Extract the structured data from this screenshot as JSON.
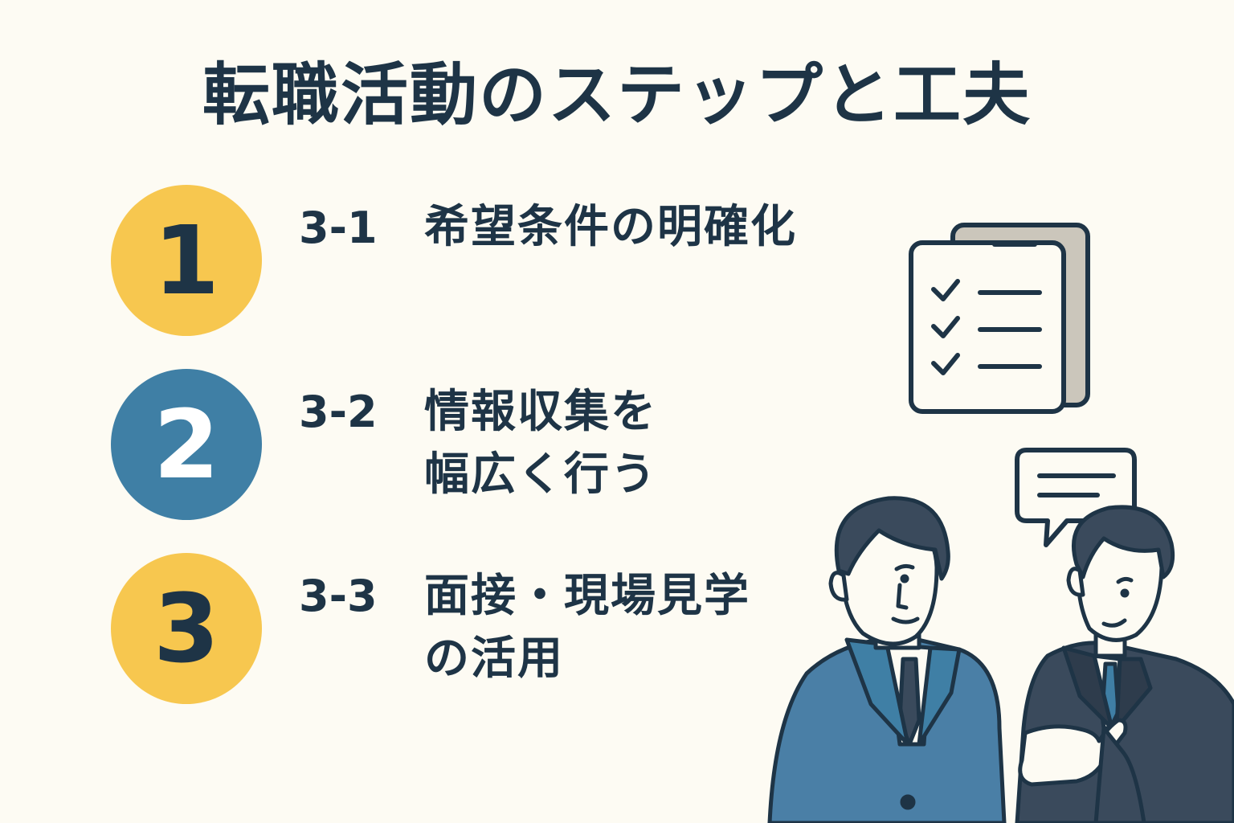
{
  "title": "転職活動のステップと工夫",
  "steps": [
    {
      "badge": "1",
      "number": "3-1",
      "lines": [
        "希望条件の明確化"
      ]
    },
    {
      "badge": "2",
      "number": "3-2",
      "lines": [
        "情報収集を",
        "幅広く行う"
      ]
    },
    {
      "badge": "3",
      "number": "3-3",
      "lines": [
        "面接・現場見学",
        "の活用"
      ]
    }
  ],
  "icons": {
    "checklist": "checklist-clipboard-icon",
    "speech": "speech-bubble-icon",
    "people": "two-businessmen-illustration"
  },
  "colors": {
    "background": "#FDFBF3",
    "text": "#1E3446",
    "yellow": "#F7C74F",
    "blue": "#3F7FA5",
    "suit_blue": "#4A7FA6",
    "suit_dark": "#3A4A5C"
  }
}
